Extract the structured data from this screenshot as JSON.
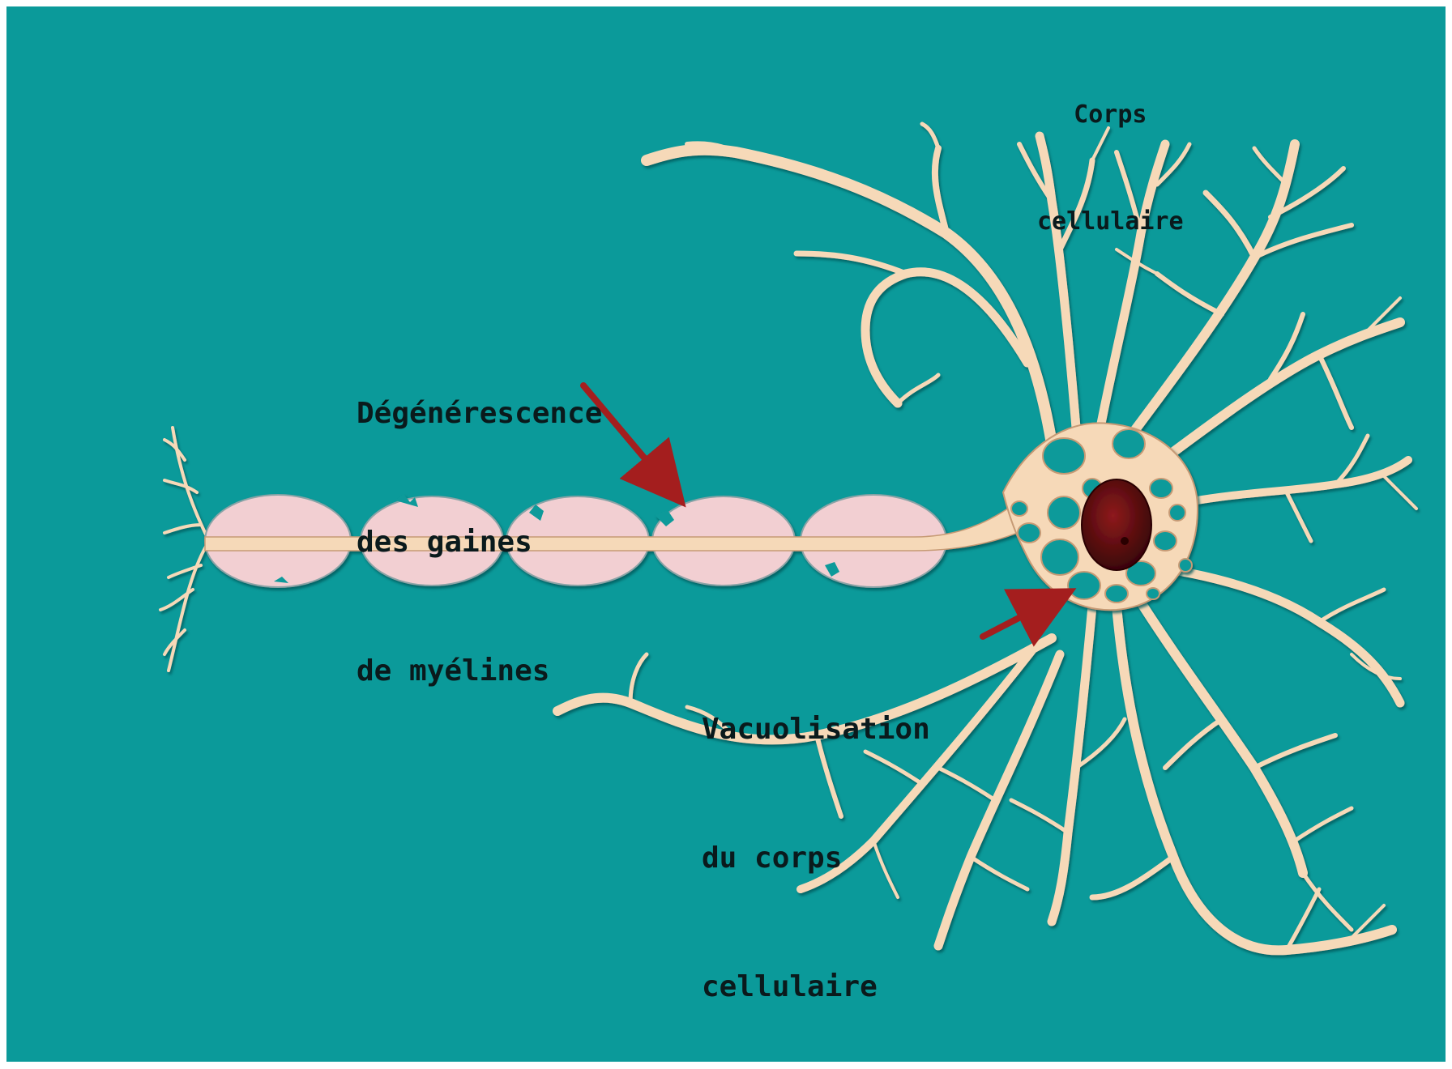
{
  "labels": {
    "corps_cellulaire": [
      "Corps",
      "cellulaire"
    ],
    "degenerescence": [
      "Dégénérescence",
      "des gaines",
      "de myélines"
    ],
    "vacuolisation": [
      "Vacuolisation",
      "du corps",
      "cellulaire"
    ]
  },
  "colors": {
    "background": "#0b9a9a",
    "neuron": "#f6d9b8",
    "neuron_edge": "#c69a74",
    "myelin": "#f2cfd2",
    "nucleus": "#6a0d12",
    "arrow": "#a41e1e",
    "text": "#0a1a1c"
  },
  "icons": {
    "arrow": "red-arrow-icon",
    "nucleus": "nucleus-icon"
  }
}
